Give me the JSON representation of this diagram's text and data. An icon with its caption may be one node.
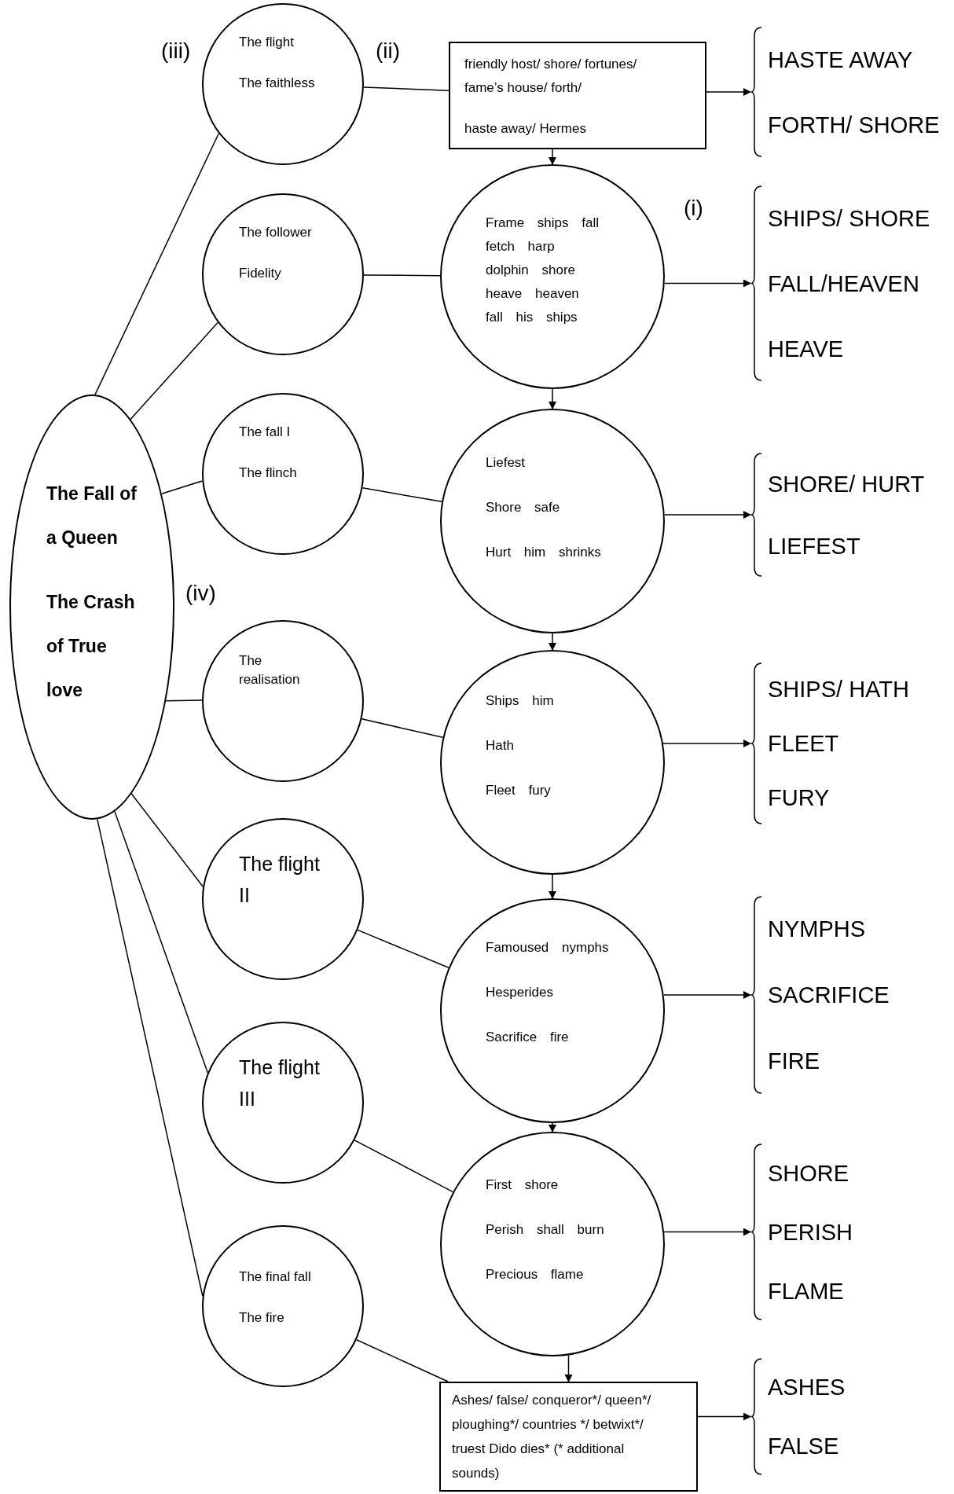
{
  "diagram": {
    "nodes": [
      {
        "text": [
          "The Fall of a Queen",
          "The Crash of True love"
        ]
      },
      {
        "text": [
          "The flight",
          "The faithless"
        ]
      },
      {
        "text": [
          "The follower",
          "Fidelity"
        ]
      },
      {
        "text": [
          "The fall I",
          "The flinch"
        ]
      },
      {
        "text": [
          "The realisation"
        ]
      },
      {
        "text": [
          "The flight II"
        ]
      },
      {
        "text": [
          "The flight III"
        ]
      },
      {
        "text": [
          "The final fall",
          "The fire"
        ]
      },
      {
        "text": [
          "friendly host/ shore/ fortunes/ fame’s house/ forth/",
          "haste away/ Hermes"
        ]
      },
      {
        "text": [
          "Frame ships fall",
          "fetch harp",
          "dolphin shore",
          "heave heaven",
          "fall his ships"
        ]
      },
      {
        "text": [
          "Liefest",
          "Shore safe",
          "Hurt him shrinks"
        ]
      },
      {
        "text": [
          "Ships him",
          "Hath",
          "Fleet fury"
        ]
      },
      {
        "text": [
          "Famoused nymphs",
          "Hesperides",
          "Sacrifice fire"
        ]
      },
      {
        "text": [
          "First shore",
          "Perish shall burn",
          "Precious flame"
        ]
      },
      {
        "text": [
          "Ashes/ false/ conqueror*/ queen*/ ploughing*/ countries */ betwixt*/ truest Dido dies* (* additional sounds)"
        ]
      },
      {
        "text": [
          "HASTE AWAY",
          "FORTH/ SHORE"
        ]
      },
      {
        "text": [
          "SHIPS/ SHORE",
          "FALL/HEAVEN",
          "HEAVE"
        ]
      },
      {
        "text": [
          "SHORE/ HURT",
          "LIEFEST"
        ]
      },
      {
        "text": [
          "SHIPS/ HATH",
          "FLEET",
          "FURY"
        ]
      },
      {
        "text": [
          "NYMPHS",
          "SACRIFICE",
          "FIRE"
        ]
      },
      {
        "text": [
          "SHORE",
          "PERISH",
          "FLAME"
        ]
      },
      {
        "text": [
          "ASHES",
          "FALSE"
        ]
      }
    ],
    "edges": [
      {
        "from": 0,
        "to": 1,
        "arrow": "none"
      },
      {
        "from": 0,
        "to": 2,
        "arrow": "none"
      },
      {
        "from": 0,
        "to": 3,
        "arrow": "none"
      },
      {
        "from": 0,
        "to": 4,
        "arrow": "none"
      },
      {
        "from": 0,
        "to": 5,
        "arrow": "none"
      },
      {
        "from": 0,
        "to": 6,
        "arrow": "none"
      },
      {
        "from": 0,
        "to": 7,
        "arrow": "none"
      },
      {
        "from": 1,
        "to": 8,
        "arrow": "none"
      },
      {
        "from": 2,
        "to": 9,
        "arrow": "none"
      },
      {
        "from": 3,
        "to": 10,
        "arrow": "none"
      },
      {
        "from": 4,
        "to": 11,
        "arrow": "none"
      },
      {
        "from": 5,
        "to": 12,
        "arrow": "none"
      },
      {
        "from": 6,
        "to": 13,
        "arrow": "none"
      },
      {
        "from": 7,
        "to": 14,
        "arrow": "none"
      },
      {
        "from": 8,
        "to": 9,
        "arrow": "to"
      },
      {
        "from": 9,
        "to": 10,
        "arrow": "to"
      },
      {
        "from": 10,
        "to": 11,
        "arrow": "to"
      },
      {
        "from": 11,
        "to": 12,
        "arrow": "to"
      },
      {
        "from": 12,
        "to": 13,
        "arrow": "to"
      },
      {
        "from": 13,
        "to": 14,
        "arrow": "to"
      },
      {
        "from": 8,
        "to": 15,
        "arrow": "to"
      },
      {
        "from": 9,
        "to": 16,
        "arrow": "to"
      },
      {
        "from": 10,
        "to": 17,
        "arrow": "to"
      },
      {
        "from": 11,
        "to": 18,
        "arrow": "to"
      },
      {
        "from": 12,
        "to": 19,
        "arrow": "to"
      },
      {
        "from": 13,
        "to": 20,
        "arrow": "to"
      },
      {
        "from": 14,
        "to": 21,
        "arrow": "to"
      }
    ],
    "labels": [
      "(iii)",
      "(ii)",
      "(i)",
      "(iv)"
    ]
  }
}
